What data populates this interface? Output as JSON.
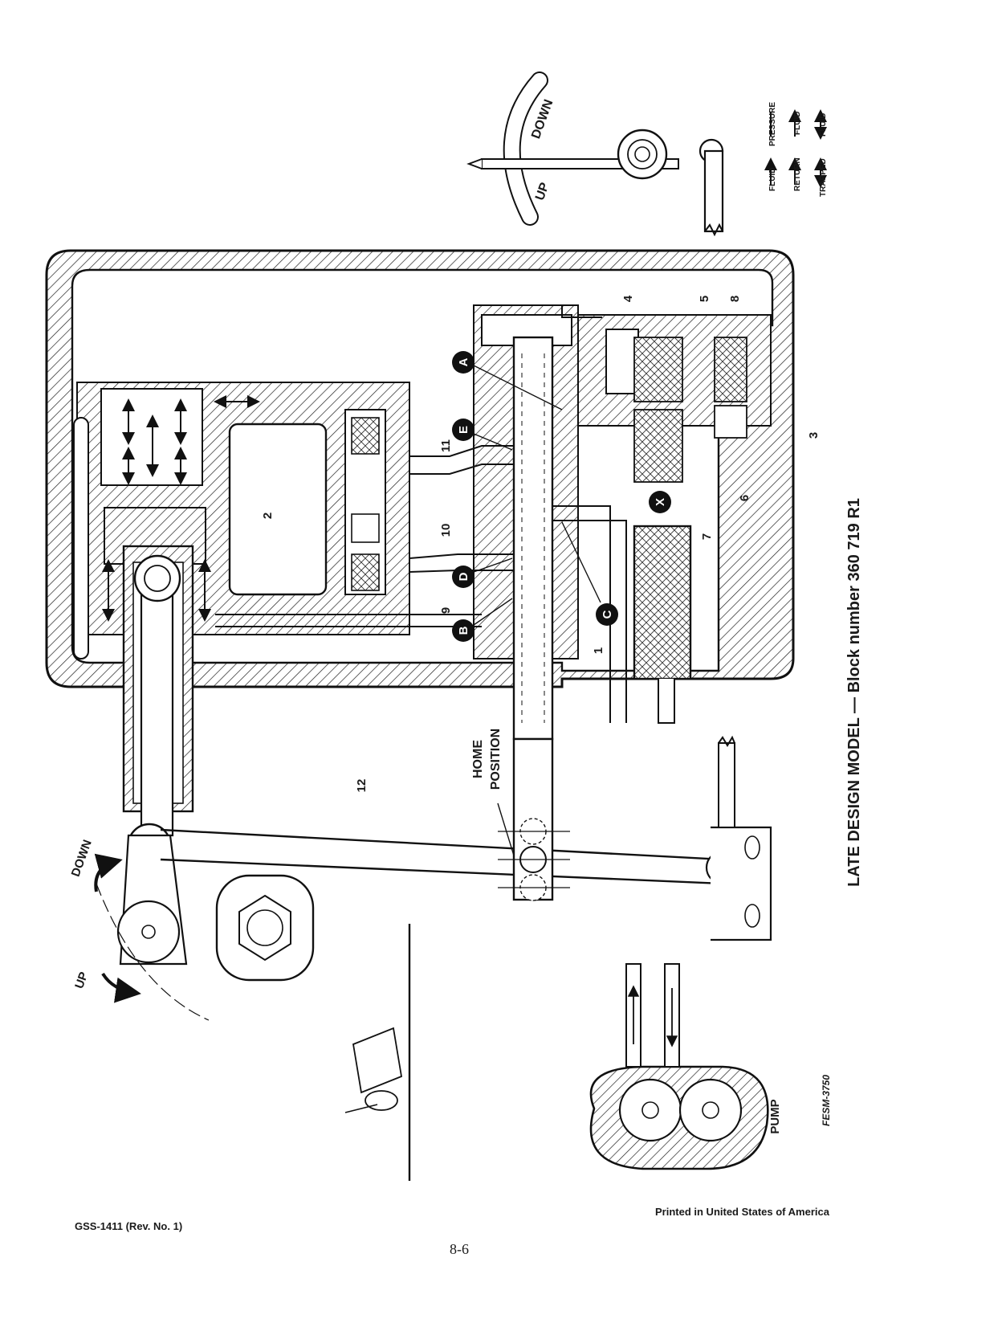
{
  "diagram": {
    "title": "LATE DESIGN MODEL — Block number 360 719 R1",
    "figure_code": "FESM-3750",
    "pump_label": "PUMP",
    "home_position_line1": "HOME",
    "home_position_line2": "POSITION",
    "lever_up": "UP",
    "lever_down": "DOWN",
    "arm_down": "DOWN",
    "arm_up": "UP",
    "callout_letters": [
      "A",
      "B",
      "C",
      "D",
      "E",
      "X"
    ],
    "part_numbers": [
      "1",
      "2",
      "3",
      "4",
      "5",
      "6",
      "7",
      "8",
      "9",
      "10",
      "11",
      "12"
    ],
    "legend": [
      {
        "line1": "FLUID",
        "line2": "PRESSURE"
      },
      {
        "line1": "RETURN",
        "line2": "FLUID"
      },
      {
        "line1": "TRAPPED",
        "line2": "FLUID"
      }
    ]
  },
  "footer": {
    "doc_id": "GSS-1411 (Rev. No. 1)",
    "printed": "Printed in United States of America",
    "page_number": "8-6"
  }
}
